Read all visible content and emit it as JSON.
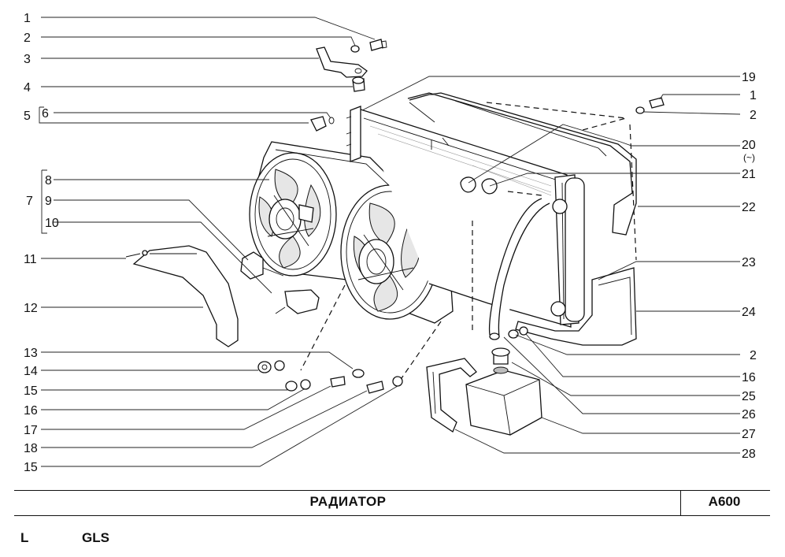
{
  "title": "РАДИАТОР",
  "code": "A600",
  "variant_left": "L",
  "variant_right": "GLS",
  "labels_left": [
    "1",
    "2",
    "3",
    "4",
    "5",
    "6",
    "7",
    "8",
    "9",
    "10",
    "11",
    "12",
    "13",
    "14",
    "15",
    "16",
    "17",
    "18",
    "15"
  ],
  "labels_right": [
    "19",
    "1",
    "2",
    "20",
    "(~)",
    "21",
    "22",
    "23",
    "24",
    "2",
    "16",
    "25",
    "26",
    "27",
    "28"
  ]
}
